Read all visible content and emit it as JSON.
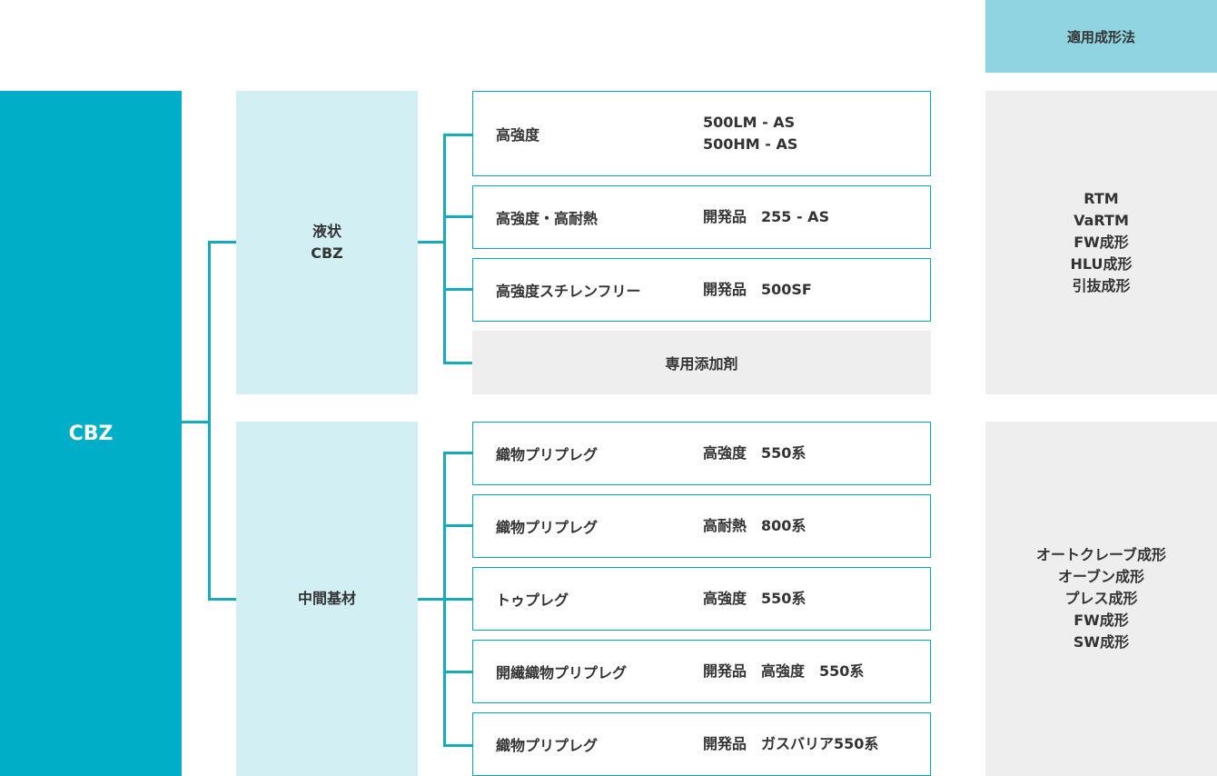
{
  "header": {
    "title": "適用成形法"
  },
  "root": {
    "label": "CBZ"
  },
  "liquid": {
    "label_line1": "液状",
    "label_line2": "CBZ",
    "items": [
      {
        "name": "高強度",
        "spec_line1": "500LM - AS",
        "spec_line2": "500HM - AS"
      },
      {
        "name": "高強度・高耐熱",
        "spec": "開発品　255 - AS"
      },
      {
        "name": "高強度スチレンフリー",
        "spec": "開発品　500SF"
      }
    ],
    "additive": "専用添加剤",
    "methods": [
      "RTM",
      "VaRTM",
      "FW成形",
      "HLU成形",
      "引抜成形"
    ]
  },
  "intermediate": {
    "label": "中間基材",
    "items": [
      {
        "name": "織物プリプレグ",
        "spec": "高強度　550系"
      },
      {
        "name": "織物プリプレグ",
        "spec": "高耐熱　800系"
      },
      {
        "name": "トゥプレグ",
        "spec": "高強度　550系"
      },
      {
        "name": "開繊織物プリプレグ",
        "spec": "開発品　高強度　550系"
      },
      {
        "name": "織物プリプレグ",
        "spec": "開発品　ガスバリア550系"
      }
    ],
    "methods": [
      "オートクレーブ成形",
      "オーブン成形",
      "プレス成形",
      "FW成形",
      "SW成形"
    ]
  },
  "colors": {
    "accent": "#00aec8",
    "connector": "#16aabf",
    "category_bg": "#d2eff4",
    "header_bg": "#8fd4e0",
    "gray_bg": "#eeeeee",
    "border": "#00a8c0"
  }
}
